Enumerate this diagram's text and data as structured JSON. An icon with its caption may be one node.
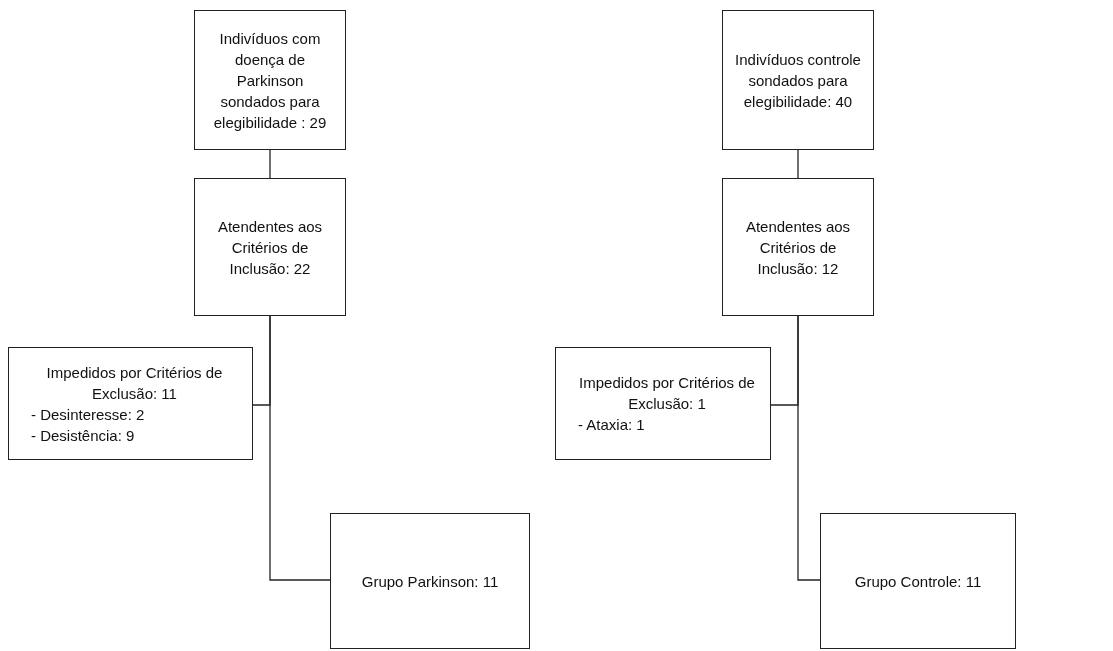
{
  "diagram": {
    "nodes": [
      {
        "text": [
          "Indivíduos com doença de Parkinson sondados para elegibilidade : 29"
        ]
      },
      {
        "text": [
          "Atendentes aos Critérios de Inclusão: 22"
        ]
      },
      {
        "text": [
          "Impedidos por Critérios de Exclusão: 11",
          "- Desinteresse: 2",
          "- Desistência: 9"
        ]
      },
      {
        "text": [
          "Grupo Parkinson: 11"
        ]
      },
      {
        "text": [
          "Indivíduos controle sondados para elegibilidade: 40"
        ]
      },
      {
        "text": [
          "Atendentes aos Critérios de Inclusão: 12"
        ]
      },
      {
        "text": [
          "Impedidos por Critérios de Exclusão: 1",
          "- Ataxia: 1"
        ]
      },
      {
        "text": [
          "Grupo Controle: 11"
        ]
      }
    ],
    "edges": [
      {
        "from": 0,
        "to": 1,
        "arrow": "none"
      },
      {
        "from": 1,
        "to": 2,
        "arrow": "none"
      },
      {
        "from": 1,
        "to": 3,
        "arrow": "none"
      },
      {
        "from": 4,
        "to": 5,
        "arrow": "none"
      },
      {
        "from": 5,
        "to": 6,
        "arrow": "none"
      },
      {
        "from": 5,
        "to": 7,
        "arrow": "none"
      }
    ]
  }
}
